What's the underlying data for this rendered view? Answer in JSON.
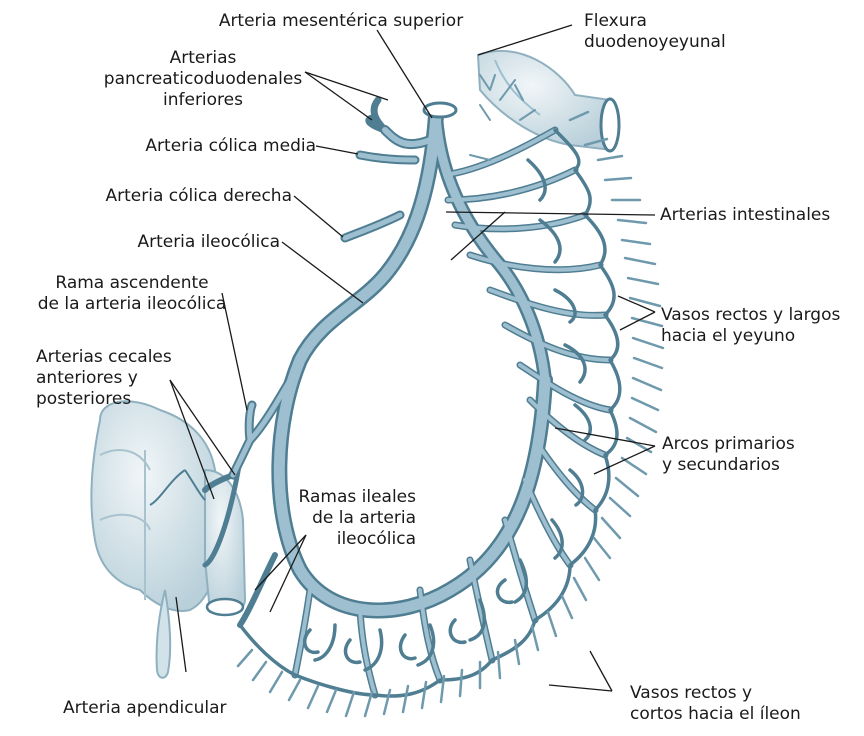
{
  "labels": {
    "sma": "Arteria mesentérica superior",
    "flexura": [
      "Flexura",
      "duodenoyeyunal"
    ],
    "pancreatico": [
      "Arterias",
      "pancreaticoduodenales",
      "inferiores"
    ],
    "colica_media": "Arteria cólica media",
    "colica_derecha": "Arteria cólica derecha",
    "intestinales": "Arterias intestinales",
    "ileocolica": "Arteria ileocólica",
    "rama_ascendente": [
      "Rama ascendente",
      "de la arteria ileocólica"
    ],
    "vasos_largos": [
      "Vasos rectos y largos",
      "hacia el yeyuno"
    ],
    "cecales": [
      "Arterias cecales",
      "anteriores y",
      "posteriores"
    ],
    "arcos": [
      "Arcos primarios",
      "y secundarios"
    ],
    "ileales": [
      "Ramas ileales",
      "de la arteria",
      "ileocólica"
    ],
    "apendicular": "Arteria apendicular",
    "vasos_cortos": [
      "Vasos rectos y",
      "cortos hacia el íleon"
    ]
  },
  "colors": {
    "vessel_fill": "#9dbfcf",
    "vessel_stroke": "#4f7d92",
    "intestine_fill": "#dde9ee",
    "intestine_stroke": "#8fb0bf",
    "leader": "#1a1a1a"
  }
}
